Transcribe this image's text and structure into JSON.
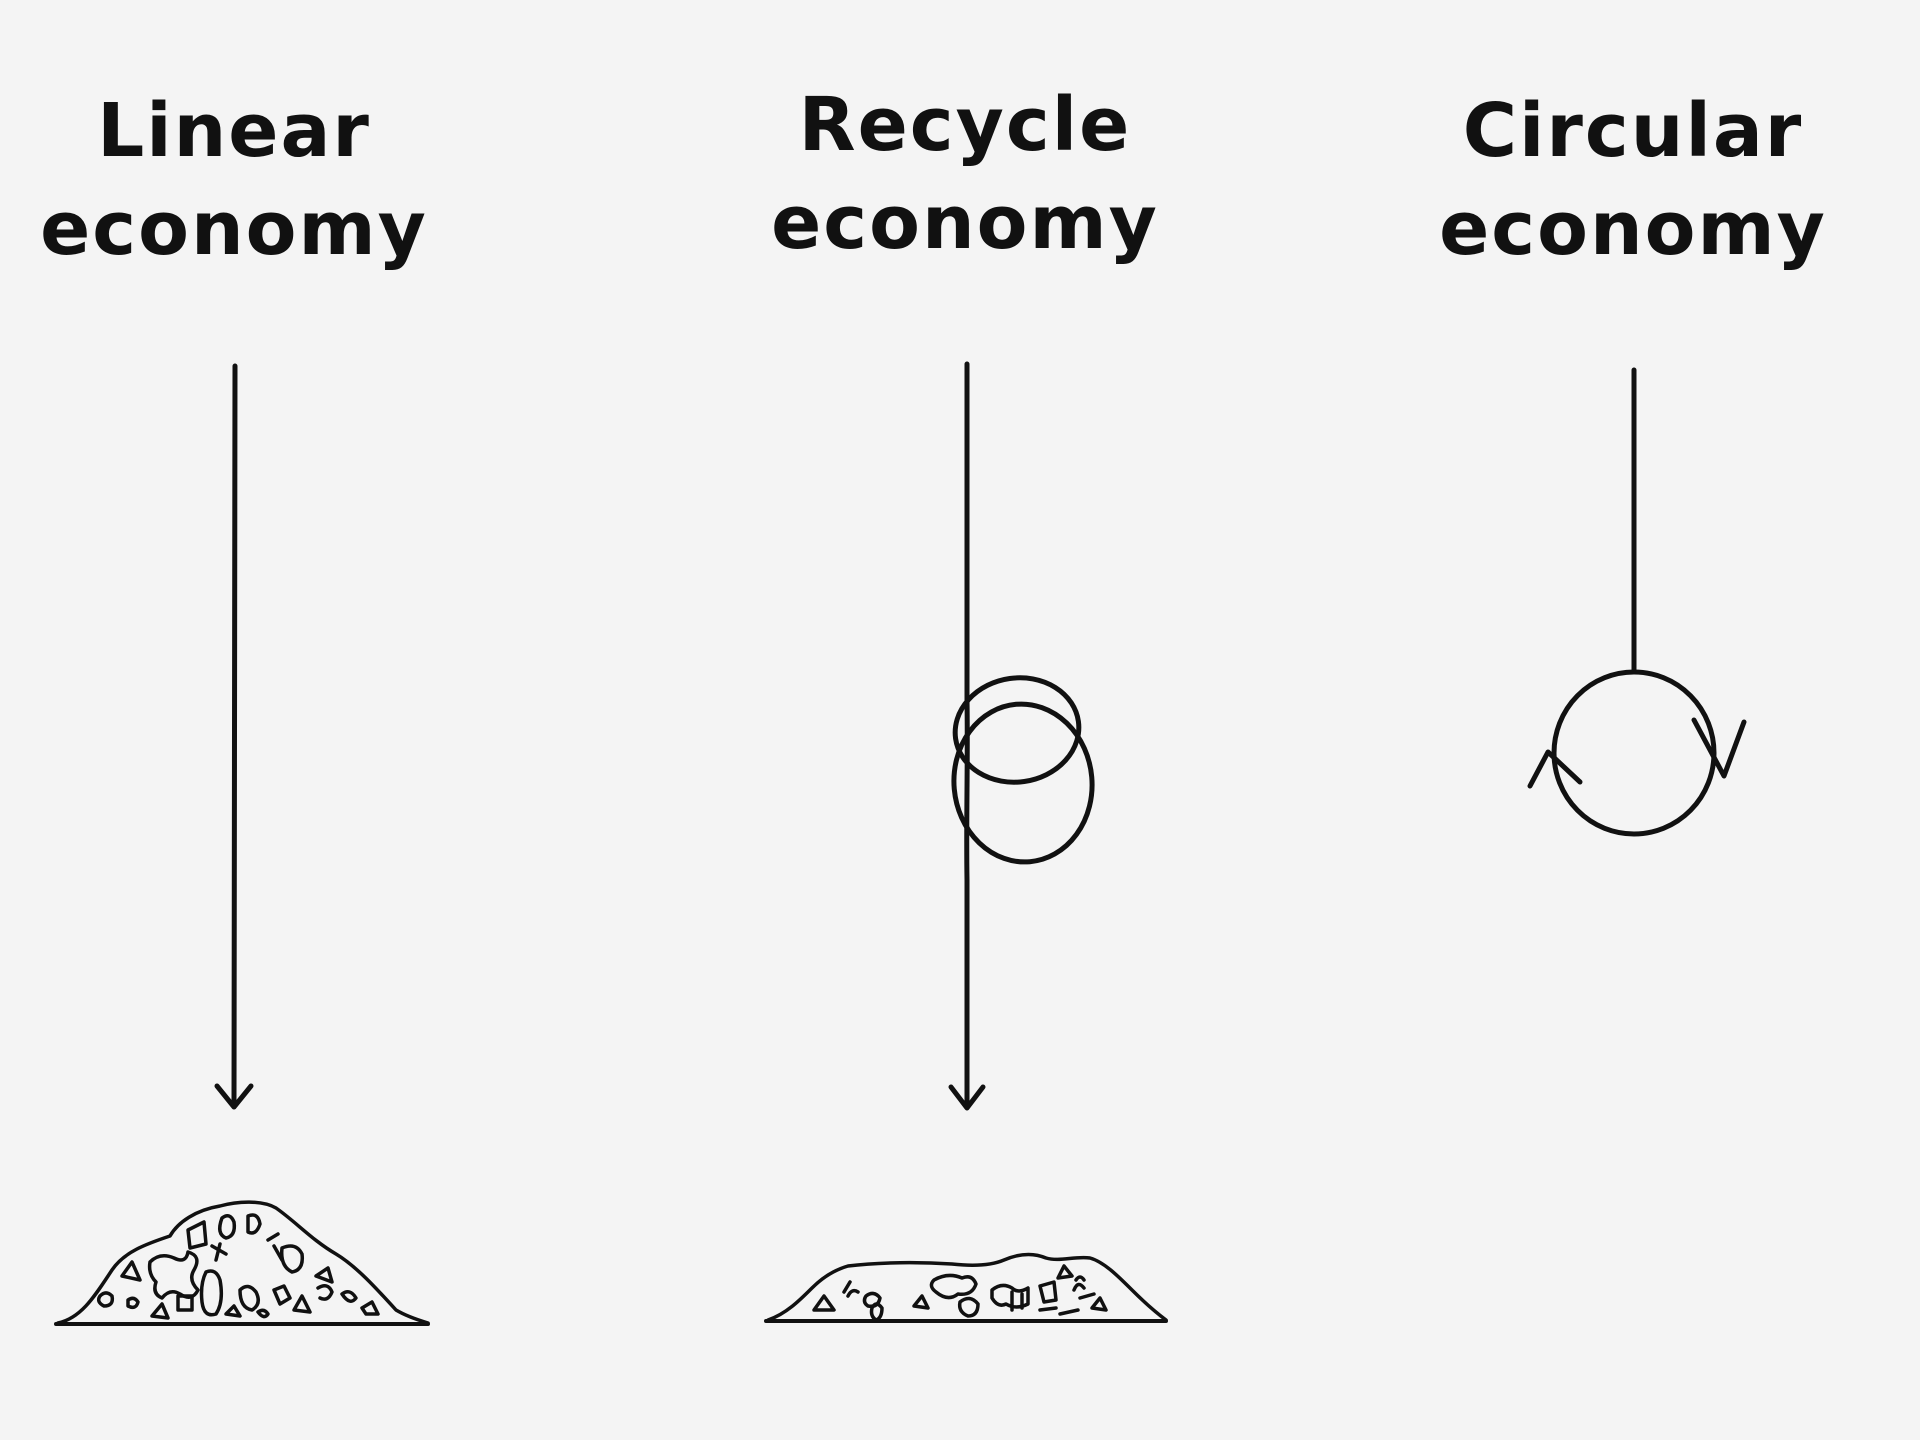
{
  "columns": [
    {
      "id": "linear",
      "title_line1": "Linear",
      "title_line2": "economy",
      "icon": "straight-arrow-to-waste-pile"
    },
    {
      "id": "recycle",
      "title_line1": "Recycle",
      "title_line2": "economy",
      "icon": "looped-arrow-to-waste-pile"
    },
    {
      "id": "circular",
      "title_line1": "Circular",
      "title_line2": "economy",
      "icon": "line-into-closed-loop"
    }
  ],
  "colors": {
    "background": "#f4f4f4",
    "ink": "#111111"
  }
}
